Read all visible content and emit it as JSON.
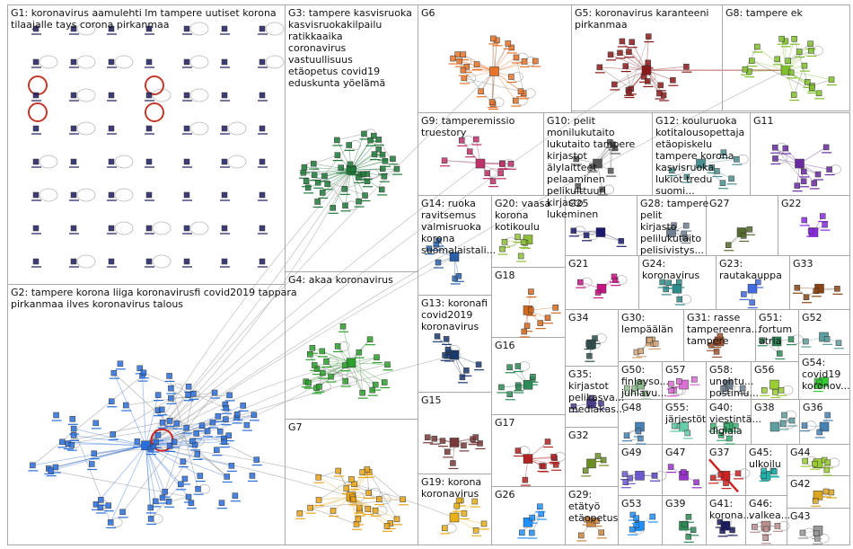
{
  "groups": [
    {
      "id": "G1",
      "title": "G1: koronavirus aamulehti lm tampere uutiset korona",
      "subtitle": "tilaajalle tays corona pirkanmaa",
      "color": "#1a1a5e"
    },
    {
      "id": "G2",
      "title": "G2: tampere korona liiga koronavirusfi covid2019 tappara",
      "subtitle": "pirkanmaa ilves koronavirus talous",
      "color": "#2a6fdb"
    },
    {
      "id": "G3",
      "title": "G3: tampere kasvisruoka",
      "subtitle": "kasvisruokakilpailu ratikkaaika coronavirus vastuullisuus etäopetus covid19 eduskunta yöelämä",
      "color": "#1f7a3a"
    },
    {
      "id": "G4",
      "title": "G4: akaa koronavirus",
      "subtitle": "",
      "color": "#2ca02c"
    },
    {
      "id": "G5",
      "title": "G5: koronavirus karanteeni",
      "subtitle": "pirkanmaa",
      "color": "#8b1a1a"
    },
    {
      "id": "G6",
      "title": "G6",
      "subtitle": "",
      "color": "#e8742a"
    },
    {
      "id": "G7",
      "title": "G7",
      "subtitle": "",
      "color": "#e8a317"
    },
    {
      "id": "G8",
      "title": "G8: tampere ek",
      "subtitle": "",
      "color": "#7fbf2a"
    },
    {
      "id": "G9",
      "title": "G9: tamperemissio",
      "subtitle": "truestory",
      "color": "#c0306a"
    },
    {
      "id": "G10",
      "title": "G10: pelit",
      "subtitle": "monilukutaito lukutaito tampere kirjastot älylaitteet pelaaminen pelikulttuuri kirjasto lukeminen",
      "color": "#555555"
    },
    {
      "id": "G11",
      "title": "G11",
      "subtitle": "",
      "color": "#6a2aa0"
    },
    {
      "id": "G12",
      "title": "G12: kouluruoka",
      "subtitle": "kotitalousopettaja etäopiskelu tampere korona kasvisruoka lukiot tredu suomi...",
      "color": "#4a8f8f"
    },
    {
      "id": "G13",
      "title": "G13: koronafi",
      "subtitle": "covid2019 koronavirus",
      "color": "#1a3a6e"
    },
    {
      "id": "G14",
      "title": "G14: ruoka",
      "subtitle": "ravitsemus valmisruoka korona suomalaistali...",
      "color": "#2a5fa8"
    },
    {
      "id": "G15",
      "title": "G15",
      "subtitle": "",
      "color": "#7a3a3a"
    },
    {
      "id": "G16",
      "title": "G16",
      "subtitle": "",
      "color": "#2e8b57"
    },
    {
      "id": "G17",
      "title": "G17",
      "subtitle": "",
      "color": "#b22222"
    },
    {
      "id": "G18",
      "title": "G18",
      "subtitle": "",
      "color": "#d2691e"
    },
    {
      "id": "G19",
      "title": "G19: korona",
      "subtitle": "koronavirus",
      "color": "#e8b017"
    },
    {
      "id": "G20",
      "title": "G20: vaasa",
      "subtitle": "korona kotikoulu",
      "color": "#8fbf3a"
    },
    {
      "id": "G21",
      "title": "G21",
      "subtitle": "",
      "color": "#c71585"
    },
    {
      "id": "G22",
      "title": "G22",
      "subtitle": "",
      "color": "#8a2be2"
    },
    {
      "id": "G23",
      "title": "G23:",
      "subtitle": "rautakauppa",
      "color": "#4169e1"
    },
    {
      "id": "G24",
      "title": "G24:",
      "subtitle": "koronavirus",
      "color": "#2e8b8b"
    },
    {
      "id": "G25",
      "title": "G25",
      "subtitle": "",
      "color": "#191970"
    },
    {
      "id": "G26",
      "title": "G26",
      "subtitle": "",
      "color": "#1e90ff"
    },
    {
      "id": "G27",
      "title": "G27",
      "subtitle": "",
      "color": "#556b2f"
    },
    {
      "id": "G28",
      "title": "G28: tampere",
      "subtitle": "pelit kirjasto pelilukutaito pelisivistys...",
      "color": "#708090"
    },
    {
      "id": "G29",
      "title": "G29:",
      "subtitle": "etätyö etäopetus",
      "color": "#cd853f"
    },
    {
      "id": "G30",
      "title": "G30:",
      "subtitle": "lempäälän",
      "color": "#d2a679"
    },
    {
      "id": "G31",
      "title": "G31: rasse",
      "subtitle": "tampereenra... tampere",
      "color": "#a0522d"
    },
    {
      "id": "G32",
      "title": "G32",
      "subtitle": "",
      "color": "#6b8e23"
    },
    {
      "id": "G33",
      "title": "G33",
      "subtitle": "",
      "color": "#8b4513"
    },
    {
      "id": "G34",
      "title": "G34",
      "subtitle": "",
      "color": "#2f4f4f"
    },
    {
      "id": "G35",
      "title": "G35:",
      "subtitle": "kirjastot pelikasva... mediakas...",
      "color": "#483d8b"
    },
    {
      "id": "G36",
      "title": "G36",
      "subtitle": "",
      "color": "#4682b4"
    },
    {
      "id": "G37",
      "title": "G37",
      "subtitle": "",
      "color": "#cc2222"
    },
    {
      "id": "G38",
      "title": "G38",
      "subtitle": "",
      "color": "#5f9ea0"
    },
    {
      "id": "G39",
      "title": "G39",
      "subtitle": "",
      "color": "#2e8b57"
    },
    {
      "id": "G40",
      "title": "G40:",
      "subtitle": "viestintä... digiala",
      "color": "#3cb371"
    },
    {
      "id": "G41",
      "title": "G41:",
      "subtitle": "korona...",
      "color": "#1a1a5e"
    },
    {
      "id": "G42",
      "title": "G42",
      "subtitle": "",
      "color": "#daa520"
    },
    {
      "id": "G43",
      "title": "G43",
      "subtitle": "",
      "color": "#999999"
    },
    {
      "id": "G44",
      "title": "G44",
      "subtitle": "",
      "color": "#9acd32"
    },
    {
      "id": "G45",
      "title": "G45:",
      "subtitle": "ulkoilu",
      "color": "#20b2aa"
    },
    {
      "id": "G46",
      "title": "G46:",
      "subtitle": "valkea...",
      "color": "#bc8f8f"
    },
    {
      "id": "G47",
      "title": "G47",
      "subtitle": "",
      "color": "#9932cc"
    },
    {
      "id": "G48",
      "title": "G48",
      "subtitle": "",
      "color": "#4682b4"
    },
    {
      "id": "G49",
      "title": "G49",
      "subtitle": "",
      "color": "#6a5acd"
    },
    {
      "id": "G50",
      "title": "G50:",
      "subtitle": "finlayso... juhlavu...",
      "color": "#8fbc8f"
    },
    {
      "id": "G51",
      "title": "G51:",
      "subtitle": "fortum atria",
      "color": "#2e8b57"
    },
    {
      "id": "G52",
      "title": "G52",
      "subtitle": "",
      "color": "#5f9ea0"
    },
    {
      "id": "G53",
      "title": "G53",
      "subtitle": "",
      "color": "#1e90ff"
    },
    {
      "id": "G54",
      "title": "G54:",
      "subtitle": "covid19 koronov...",
      "color": "#32cd32"
    },
    {
      "id": "G55",
      "title": "G55:",
      "subtitle": "järjestöt",
      "color": "#66cdaa"
    },
    {
      "id": "G56",
      "title": "G56",
      "subtitle": "",
      "color": "#9acd32"
    },
    {
      "id": "G57",
      "title": "G57",
      "subtitle": "",
      "color": "#da70d6"
    },
    {
      "id": "G58",
      "title": "G58:",
      "subtitle": "unohtu... postimu...",
      "color": "#708090"
    }
  ]
}
